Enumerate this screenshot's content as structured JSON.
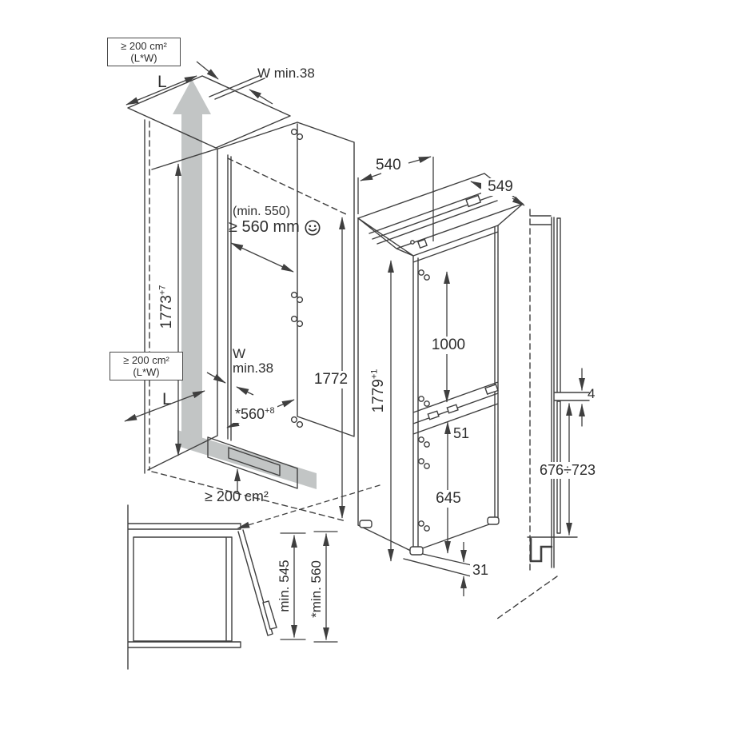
{
  "title": "Built-in refrigerator installation dimensions diagram",
  "colors": {
    "line": "#3f3f3f",
    "airflow": "#c2c5c5",
    "background": "#ffffff",
    "text": "#2e2e2e"
  },
  "niche_view": {
    "vent_top_box": {
      "line1": "≥ 200 cm²",
      "line2": "(L*W)"
    },
    "length_label_top": "L",
    "wall_gap_top": "W min.38",
    "depth_note": {
      "line1": "(min. 550)",
      "line2": "≥ 560 mm",
      "icon": "smiley-face-icon"
    },
    "niche_height": {
      "value": "1773",
      "sup": "+7"
    },
    "vent_mid_box": {
      "line1": "≥ 200 cm²",
      "line2": "(L*W)"
    },
    "length_label_bottom": "L",
    "wall_gap_mid": {
      "line1": "W",
      "line2": "min.38"
    },
    "niche_width": {
      "value": "*560",
      "sup": "+8"
    },
    "vent_bottom": "≥ 200 cm²",
    "interior_height": "1772"
  },
  "appliance_view": {
    "width": "540",
    "depth": "549",
    "height": {
      "value": "1779",
      "sup": "+1"
    },
    "fridge_compartment": "1000",
    "divider": "51",
    "freezer_compartment": "645",
    "base_vent": "31"
  },
  "panel_view": {
    "door_gap": "4",
    "lower_panel_range": "676÷723"
  },
  "plan_view": {
    "door_clearance": "min. 545",
    "niche_depth": "*min. 560"
  }
}
